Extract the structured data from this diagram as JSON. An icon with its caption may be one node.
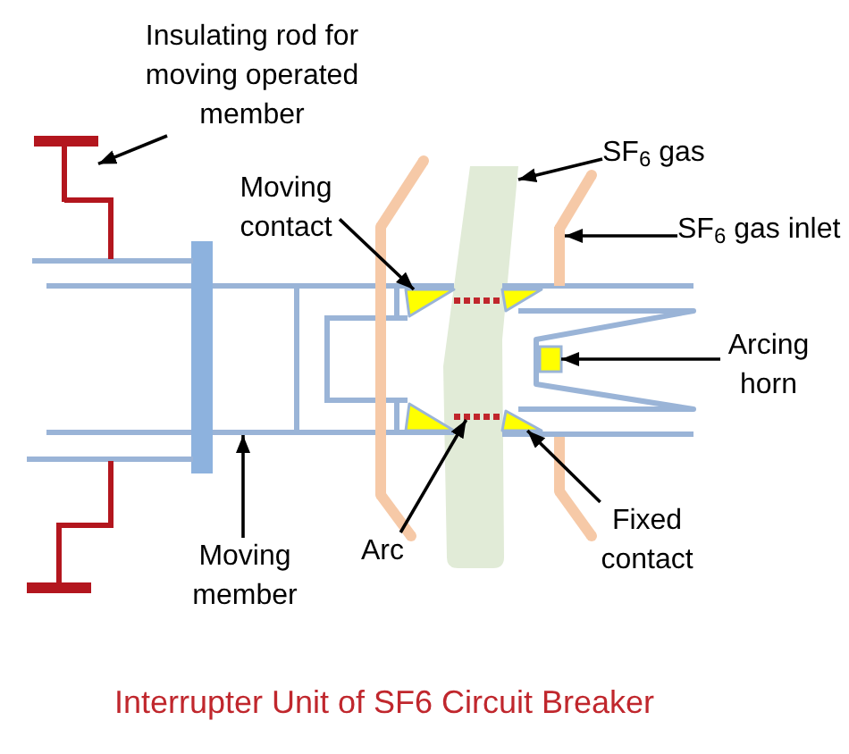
{
  "diagram": {
    "caption": "Interrupter Unit of SF6 Circuit Breaker",
    "nodes": [
      {
        "text": [
          "Insulating rod for moving operated member"
        ]
      },
      {
        "text": [],
        "shape": "bar"
      },
      {
        "text": [
          "Moving contact"
        ]
      },
      {
        "text": [],
        "shape": "triangle",
        "in": 11
      },
      {
        "text": [
          "SF$_{6}$ gas"
        ]
      },
      {
        "text": [],
        "shape": "band"
      },
      {
        "text": [
          "SF$_{6}$ gas inlet"
        ]
      },
      {
        "text": [],
        "shape": "bar"
      },
      {
        "text": [
          "Arcing horn"
        ]
      },
      {
        "text": [],
        "shape": "box"
      },
      {
        "text": [
          "Moving member"
        ]
      },
      {
        "text": [],
        "shape": "bar"
      },
      {
        "text": [
          "Arc"
        ]
      },
      {
        "text": [],
        "shape": "line",
        "in": 5
      },
      {
        "text": [
          "Fixed contact"
        ]
      },
      {
        "text": [],
        "shape": "triangle"
      }
    ],
    "edges": [
      {
        "from": 0,
        "to": 1,
        "arrow": "to"
      },
      {
        "from": 2,
        "to": 3,
        "arrow": "to"
      },
      {
        "from": 4,
        "to": 5,
        "arrow": "to"
      },
      {
        "from": 6,
        "to": 7,
        "arrow": "to"
      },
      {
        "from": 8,
        "to": 9,
        "arrow": "to"
      },
      {
        "from": 10,
        "to": 11,
        "arrow": "to"
      },
      {
        "from": 12,
        "to": 13,
        "arrow": "to"
      },
      {
        "from": 14,
        "to": 15,
        "arrow": "to"
      }
    ]
  }
}
